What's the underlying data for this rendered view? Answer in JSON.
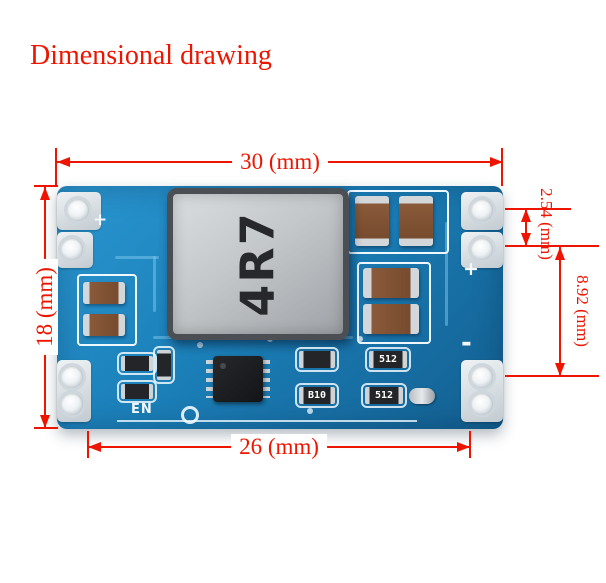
{
  "title": "Dimensional drawing",
  "annotations": {
    "dim_top": "30 (mm)",
    "dim_left": "18 (mm)",
    "dim_bottom": "26 (mm)",
    "dim_right_pitch": "2.54 (mm)",
    "dim_right_offset": "8.92 (mm)"
  },
  "board": {
    "inductor_label": "4R7",
    "enable_label": "EN",
    "plus_left": "+",
    "plus_right": "+",
    "minus_right": "-",
    "resistors": [
      {
        "label": "512"
      },
      {
        "label": "512"
      },
      {
        "label": "B10"
      }
    ]
  },
  "colors": {
    "annotation_red": "#ed1500",
    "board_blue": "#1b7fb8",
    "cap_brown": "#8a5a3a",
    "inductor_gray": "#c3c7ca",
    "silkscreen_white": "#eef8fd"
  }
}
